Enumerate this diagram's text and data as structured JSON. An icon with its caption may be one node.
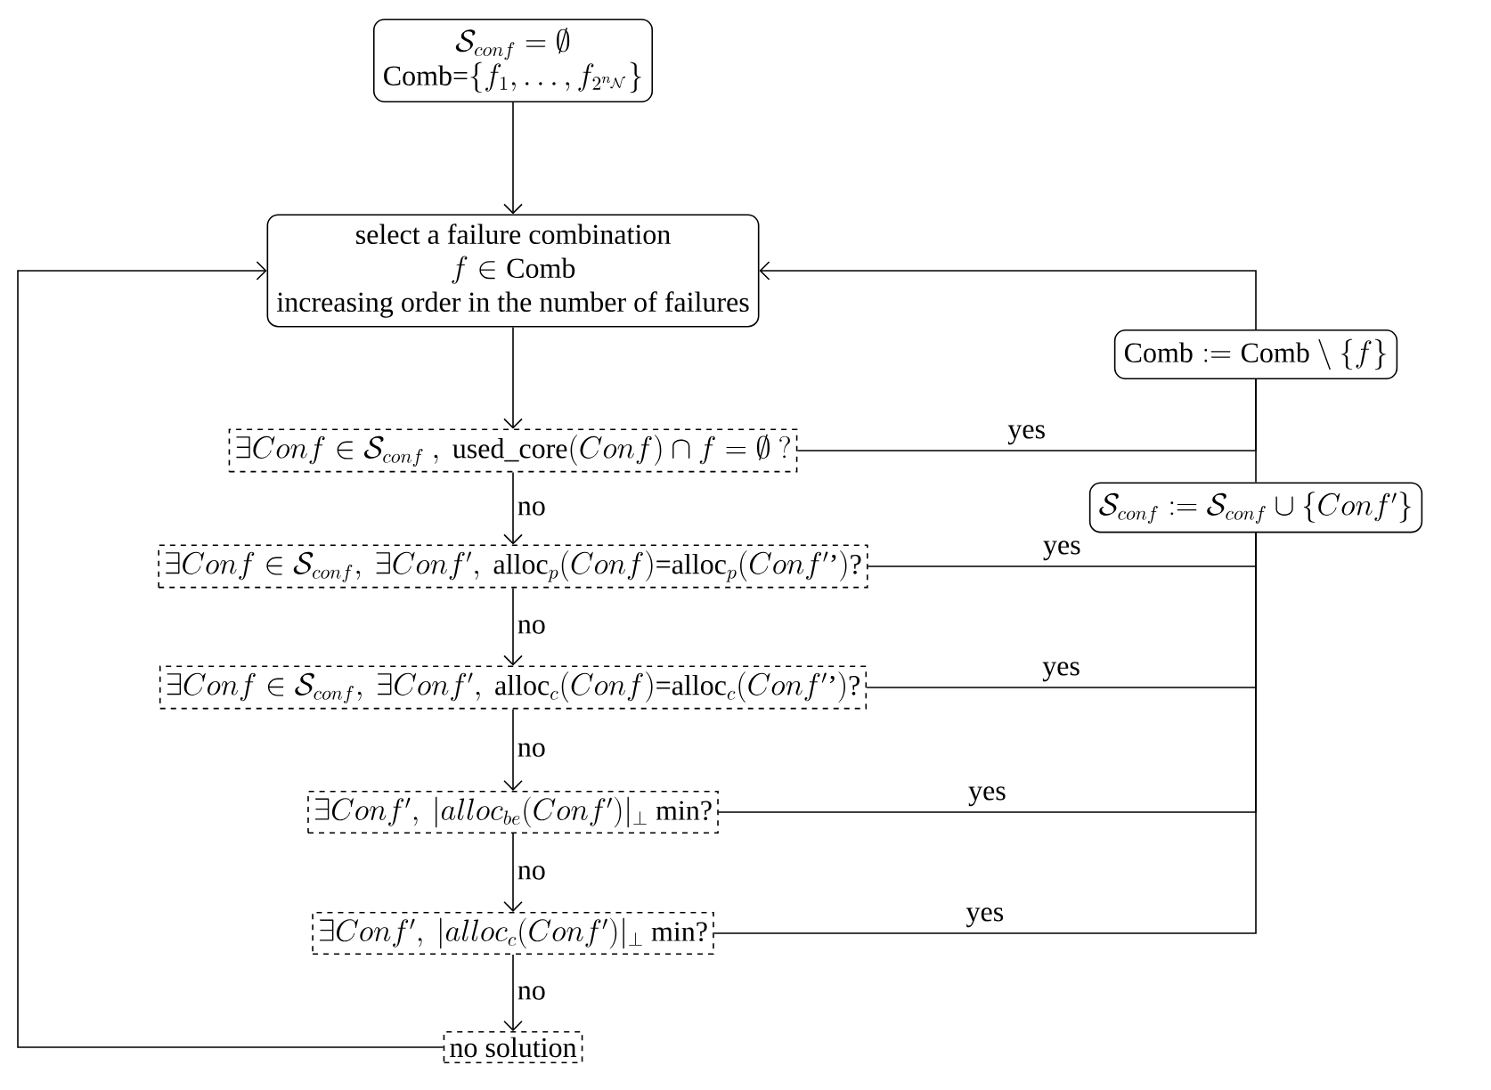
{
  "diagram": {
    "nodes": [
      {
        "text": [
          "\\mathcal{S}_{conf} = \\emptyset",
          "\\text{Comb=}\\{f_1,\\ldots,f_{2^{n_{\\mathcal{N}}}}\\}"
        ]
      },
      {
        "text": [
          "select a failure combination",
          "f \\in \\text{Comb}",
          "increasing order in the number of failures"
        ]
      },
      {
        "text": [
          "\\text{Comb} := \\text{Comb} \\setminus \\{f\\}"
        ]
      },
      {
        "text": [
          "\\mathcal{S}_{conf} := \\mathcal{S}_{conf} \\cup \\{Conf'\\}"
        ]
      },
      {
        "text": [
          "\\exists Conf \\in \\mathcal{S}_{conf}\\ ,\\ \\text{used\\_core}(Conf) \\cap f = \\emptyset\\ ?"
        ]
      },
      {
        "text": [
          "\\exists Conf \\in \\mathcal{S}_{conf},\\ \\exists Conf',\\ \\text{alloc}_p(Conf)\\text{=}\\text{alloc}_p(Conf'\\text{'})\\text{?}"
        ]
      },
      {
        "text": [
          "\\exists Conf \\in \\mathcal{S}_{conf},\\ \\exists Conf',\\ \\text{alloc}_c(Conf)\\text{=}\\text{alloc}_c(Conf'\\text{'})\\text{?}"
        ]
      },
      {
        "text": [
          "\\exists Conf',\\ |alloc_{be}(Conf')|_{\\perp}\\ \\text{min?}"
        ]
      },
      {
        "text": [
          "\\exists Conf',\\ |alloc_{c}(Conf')|_{\\perp}\\ \\text{min?}"
        ]
      },
      {
        "text": [
          "no solution"
        ]
      }
    ],
    "edges": [
      {
        "from": 0,
        "to": 1,
        "arrow": "to"
      },
      {
        "from": 1,
        "to": 4,
        "arrow": "to"
      },
      {
        "from": 4,
        "to": 5,
        "arrow": "to",
        "label": "no"
      },
      {
        "from": 5,
        "to": 6,
        "arrow": "to",
        "label": "no"
      },
      {
        "from": 6,
        "to": 7,
        "arrow": "to",
        "label": "no"
      },
      {
        "from": 7,
        "to": 8,
        "arrow": "to",
        "label": "no"
      },
      {
        "from": 8,
        "to": 9,
        "arrow": "to",
        "label": "no"
      },
      {
        "from": 9,
        "to": 1,
        "arrow": "to"
      },
      {
        "from": 4,
        "to": 2,
        "arrow": "none",
        "label": "yes"
      },
      {
        "from": 5,
        "to": 3,
        "arrow": "none",
        "label": "yes"
      },
      {
        "from": 6,
        "to": 3,
        "arrow": "none",
        "label": "yes"
      },
      {
        "from": 7,
        "to": 3,
        "arrow": "none",
        "label": "yes"
      },
      {
        "from": 8,
        "to": 3,
        "arrow": "none",
        "label": "yes"
      },
      {
        "from": 3,
        "to": 2,
        "arrow": "none"
      },
      {
        "from": 2,
        "to": 1,
        "arrow": "to"
      }
    ]
  }
}
